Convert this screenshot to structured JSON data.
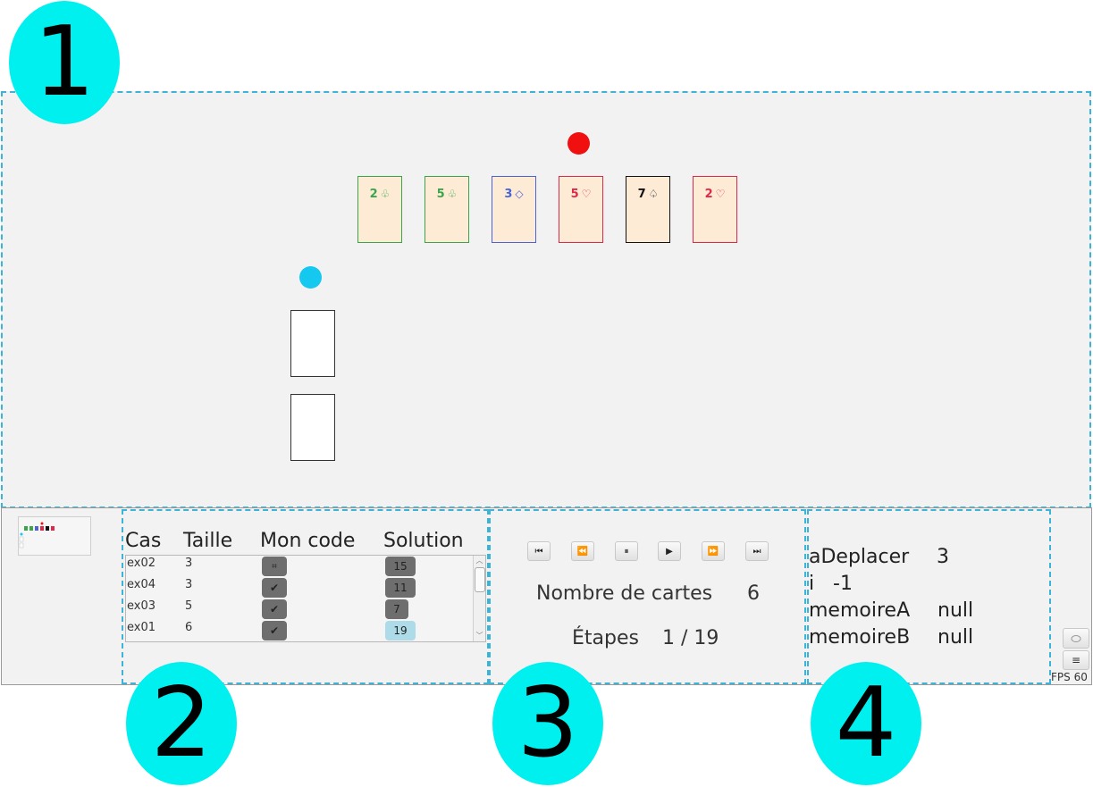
{
  "badges": [
    "1",
    "2",
    "3",
    "4"
  ],
  "board": {
    "cards": [
      {
        "rank": "2",
        "suit": "♧",
        "color": "#3aa64a"
      },
      {
        "rank": "5",
        "suit": "♧",
        "color": "#3aa64a"
      },
      {
        "rank": "3",
        "suit": "◇",
        "color": "#4a64d8"
      },
      {
        "rank": "5",
        "suit": "♡",
        "color": "#e0284a"
      },
      {
        "rank": "7",
        "suit": "♤",
        "color": "#111111"
      },
      {
        "rank": "2",
        "suit": "♡",
        "color": "#e0284a"
      }
    ],
    "pointer_colors": {
      "red": "#f01010",
      "blue": "#15c8f0"
    }
  },
  "cases_table": {
    "headers": {
      "case": "Cas",
      "size": "Taille",
      "my_code": "Mon code",
      "solution": "Solution"
    },
    "rows": [
      {
        "case": "ex02",
        "size": "3",
        "my_code": "⌗",
        "solution": "15"
      },
      {
        "case": "ex04",
        "size": "3",
        "my_code": "✔",
        "solution": "11"
      },
      {
        "case": "ex03",
        "size": "5",
        "my_code": "✔",
        "solution": "7"
      },
      {
        "case": "ex01",
        "size": "6",
        "my_code": "✔",
        "solution": "19"
      }
    ]
  },
  "playback": {
    "buttons": [
      "⏮",
      "⏪",
      "⏸",
      "▶",
      "⏩",
      "⏭"
    ],
    "cards_label": "Nombre de cartes",
    "cards_value": "6",
    "steps_label": "Étapes",
    "steps_value": "1 / 19"
  },
  "variables": [
    {
      "name": "aDeplacer",
      "value": "3"
    },
    {
      "name": "i",
      "value": "-1"
    },
    {
      "name": "memoireA",
      "value": "null"
    },
    {
      "name": "memoireB",
      "value": "null"
    }
  ],
  "status": {
    "fps": "FPS 60"
  }
}
